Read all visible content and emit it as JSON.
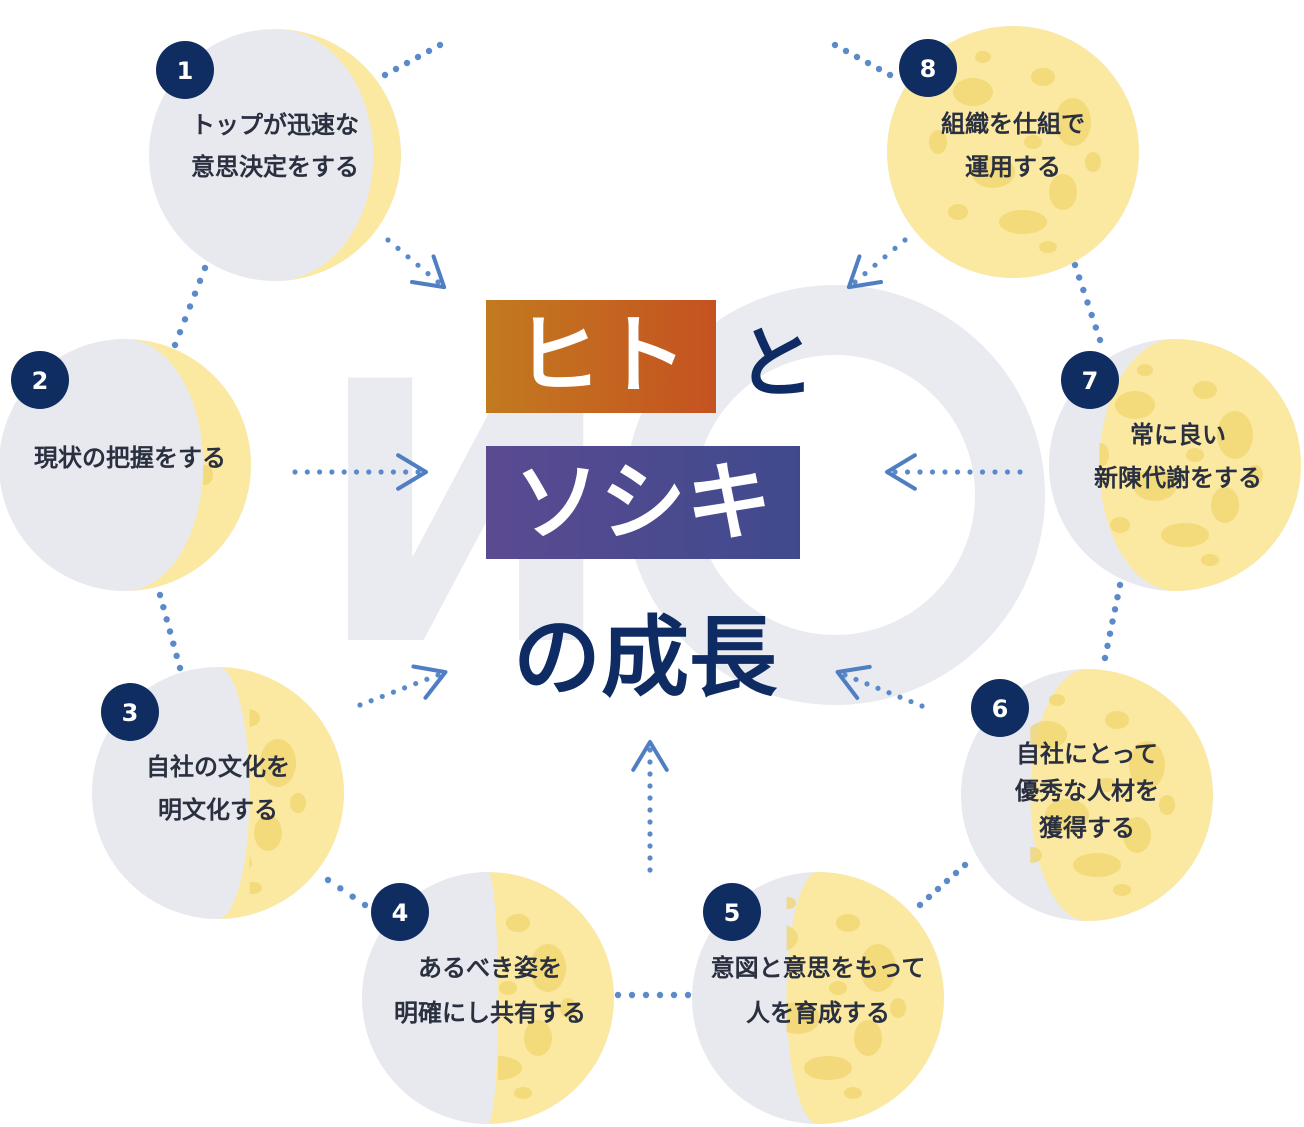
{
  "title": {
    "box1": "ヒト",
    "connector": "と",
    "box2": "ソシキ",
    "line3": "の成長",
    "box1_gradient": [
      "#c27a1f",
      "#c55221"
    ],
    "box2_gradient": [
      "#5b4a92",
      "#3f4a8c"
    ],
    "text_color": "#0e2c63"
  },
  "colors": {
    "moon_shadow": "#e7e9ee",
    "moon_light": "#fbe9a2",
    "crater": "#f1d46e",
    "badge": "#0f2d61",
    "arrow": "#4f7fc2",
    "dots": "#5b8acb",
    "watermark": "#e9ebf0"
  },
  "steps": [
    {
      "num": "1",
      "lines": [
        "トップが迅速な",
        "意思決定をする"
      ],
      "phase": "crescent"
    },
    {
      "num": "2",
      "lines": [
        "現状の把握をする"
      ],
      "phase": "crescent-wide"
    },
    {
      "num": "3",
      "lines": [
        "自社の文化を",
        "明文化する"
      ],
      "phase": "quarter"
    },
    {
      "num": "4",
      "lines": [
        "あるべき姿を",
        "明確にし共有する"
      ],
      "phase": "half"
    },
    {
      "num": "5",
      "lines": [
        "意図と意思をもって",
        "人を育成する"
      ],
      "phase": "gibbous"
    },
    {
      "num": "6",
      "lines": [
        "自社にとって",
        "優秀な人材を",
        "獲得する"
      ],
      "phase": "gibbous-wide"
    },
    {
      "num": "7",
      "lines": [
        "常に良い",
        "新陳代謝をする"
      ],
      "phase": "nearly-full"
    },
    {
      "num": "8",
      "lines": [
        "組織を仕組で",
        "運用する"
      ],
      "phase": "full"
    }
  ]
}
